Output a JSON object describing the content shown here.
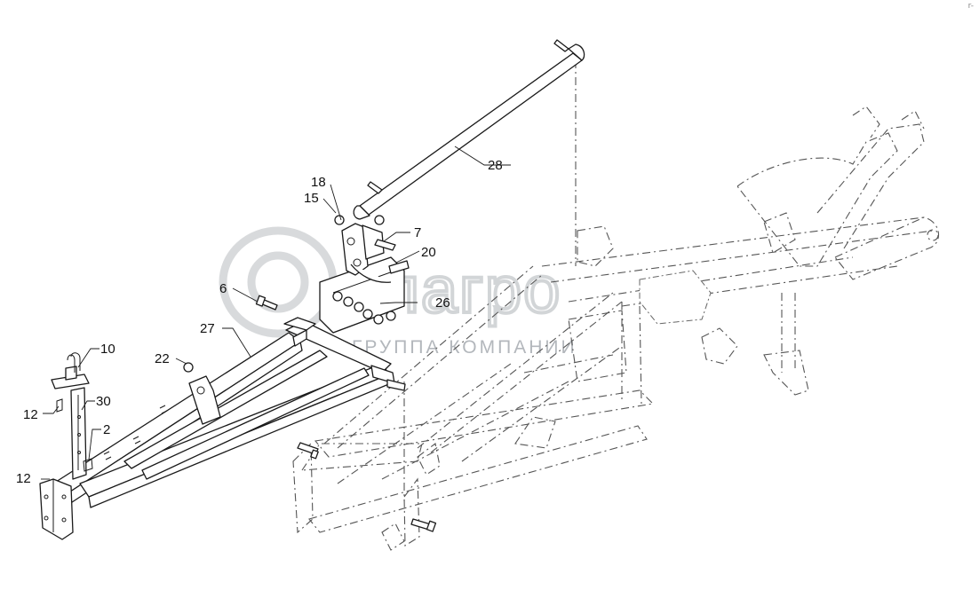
{
  "watermark": {
    "brand": "елагро",
    "tagline": "ГРУППА КОМПАНИИ"
  },
  "callouts": [
    {
      "id": "28",
      "label": "28"
    },
    {
      "id": "18",
      "label": "18"
    },
    {
      "id": "15",
      "label": "15"
    },
    {
      "id": "7",
      "label": "7"
    },
    {
      "id": "20",
      "label": "20"
    },
    {
      "id": "6",
      "label": "6"
    },
    {
      "id": "26",
      "label": "26"
    },
    {
      "id": "27",
      "label": "27"
    },
    {
      "id": "10",
      "label": "10"
    },
    {
      "id": "22",
      "label": "22"
    },
    {
      "id": "12a",
      "label": "12"
    },
    {
      "id": "30",
      "label": "30"
    },
    {
      "id": "2",
      "label": "2"
    },
    {
      "id": "12b",
      "label": "12"
    }
  ],
  "corner_mark": "r-"
}
